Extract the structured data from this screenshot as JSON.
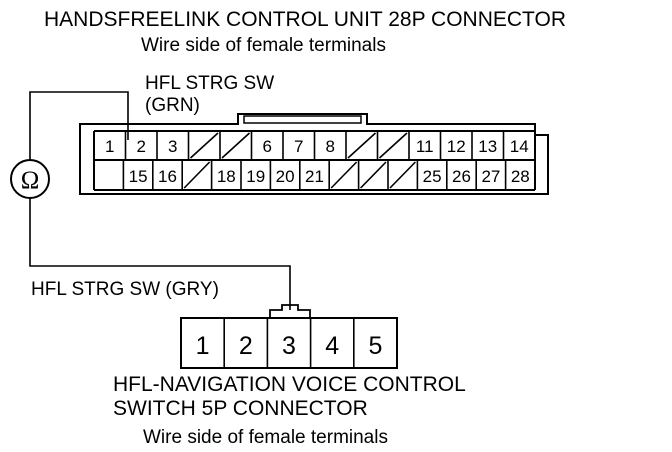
{
  "connector_28p": {
    "title": "HANDSFREELINK CONTROL UNIT 28P CONNECTOR",
    "subtitle": "Wire side of female terminals",
    "row_top": [
      "1",
      "2",
      "3",
      "",
      "",
      "6",
      "7",
      "8",
      "",
      "",
      "11",
      "12",
      "13",
      "14"
    ],
    "row_bottom": [
      "",
      "15",
      "16",
      "",
      "18",
      "19",
      "20",
      "21",
      "",
      "",
      "",
      "25",
      "26",
      "27",
      "28"
    ]
  },
  "wire_grn": {
    "line1": "HFL STRG SW",
    "line2": "(GRN)"
  },
  "wire_gry": {
    "label": "HFL STRG SW (GRY)"
  },
  "meter": {
    "symbol": "Ω"
  },
  "connector_5p": {
    "title_line1": "HFL-NAVIGATION VOICE CONTROL",
    "title_line2": "SWITCH 5P CONNECTOR",
    "subtitle": "Wire side of female terminals",
    "pins": [
      "1",
      "2",
      "3",
      "4",
      "5"
    ]
  }
}
